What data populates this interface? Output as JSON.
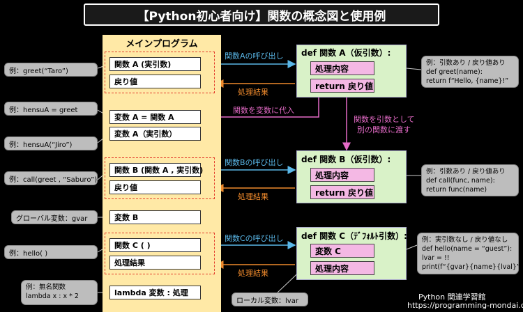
{
  "title": "【Python初心者向け】関数の概念図と使用例",
  "main_title": "メインプログラム",
  "main_boxes": {
    "a_call": "関数 A (実引数)",
    "a_ret": "戻り値",
    "assign": "変数 A = 関数 A",
    "var_a_call": "変数 A（実引数）",
    "b_call": "関数 B (関数 A , 実引数)",
    "b_ret": "戻り値",
    "var_b": "変数 B",
    "c_call": "関数 C ( )",
    "c_result": "処理結果",
    "lambda": "lambda 変数 : 処理"
  },
  "left_callouts": {
    "greet": "例：greet(“Taro”)",
    "hensu_a": "例：hensuA = greet",
    "hensu_a_jiro": "例：hensuA(“Jiro”)",
    "call": "例：call(greet , “Saburo”)",
    "gvar": "グローバル変数：gvar",
    "hello": "例：hello( )",
    "lambda_1": "例：無名関数",
    "lambda_2": "lambda x : x * 2"
  },
  "funcs": {
    "a": {
      "title": "def 関数 A（仮引数）:",
      "box1": "処理内容",
      "box2": "return 戻り値"
    },
    "b": {
      "title": "def 関数 B（仮引数）:",
      "box1": "処理内容",
      "box2": "return 戻り値"
    },
    "c": {
      "title": "def 関数 C（ﾃﾞﾌｫﾙﾄ引数）:",
      "box1": "変数 C",
      "box2": "処理内容"
    }
  },
  "arrow_labels": {
    "a_call": "関数Aの呼び出し",
    "a_result": "処理結果",
    "assign": "関数を変数に代入",
    "pass_1": "関数を引数として",
    "pass_2": "別の関数に渡す",
    "b_call": "関数Bの呼び出し",
    "b_result": "処理結果",
    "c_call": "関数Cの呼び出し",
    "c_result": "処理結果"
  },
  "right_callouts": {
    "a": [
      "例：引数あり / 戻り値あり",
      "def greet(name):",
      "    return f“Hello, {name}!”"
    ],
    "b": [
      "例：引数あり / 戻り値あり",
      "def call(func, name):",
      "    return func(name)"
    ],
    "c": [
      "例：実引数なし / 戻り値なし",
      "def hello(name = “guest”):",
      "    lvar = !!",
      "    print(f“{gvar}{name}{lval}”)"
    ]
  },
  "local_var": "ローカル変数：lvar",
  "footer": {
    "line1": "Python 関連学習館",
    "line2": "https://programming-mondai.com/"
  },
  "colors": {
    "call_arrow": "#5ab7e8",
    "result_arrow": "#ef8a2c",
    "pass_arrow": "#e56bc7",
    "main_panel": "#ffe9a6",
    "func_panel": "#d9f2c8",
    "process_box": "#f4b8e4",
    "dashed": "#e23b2b"
  }
}
